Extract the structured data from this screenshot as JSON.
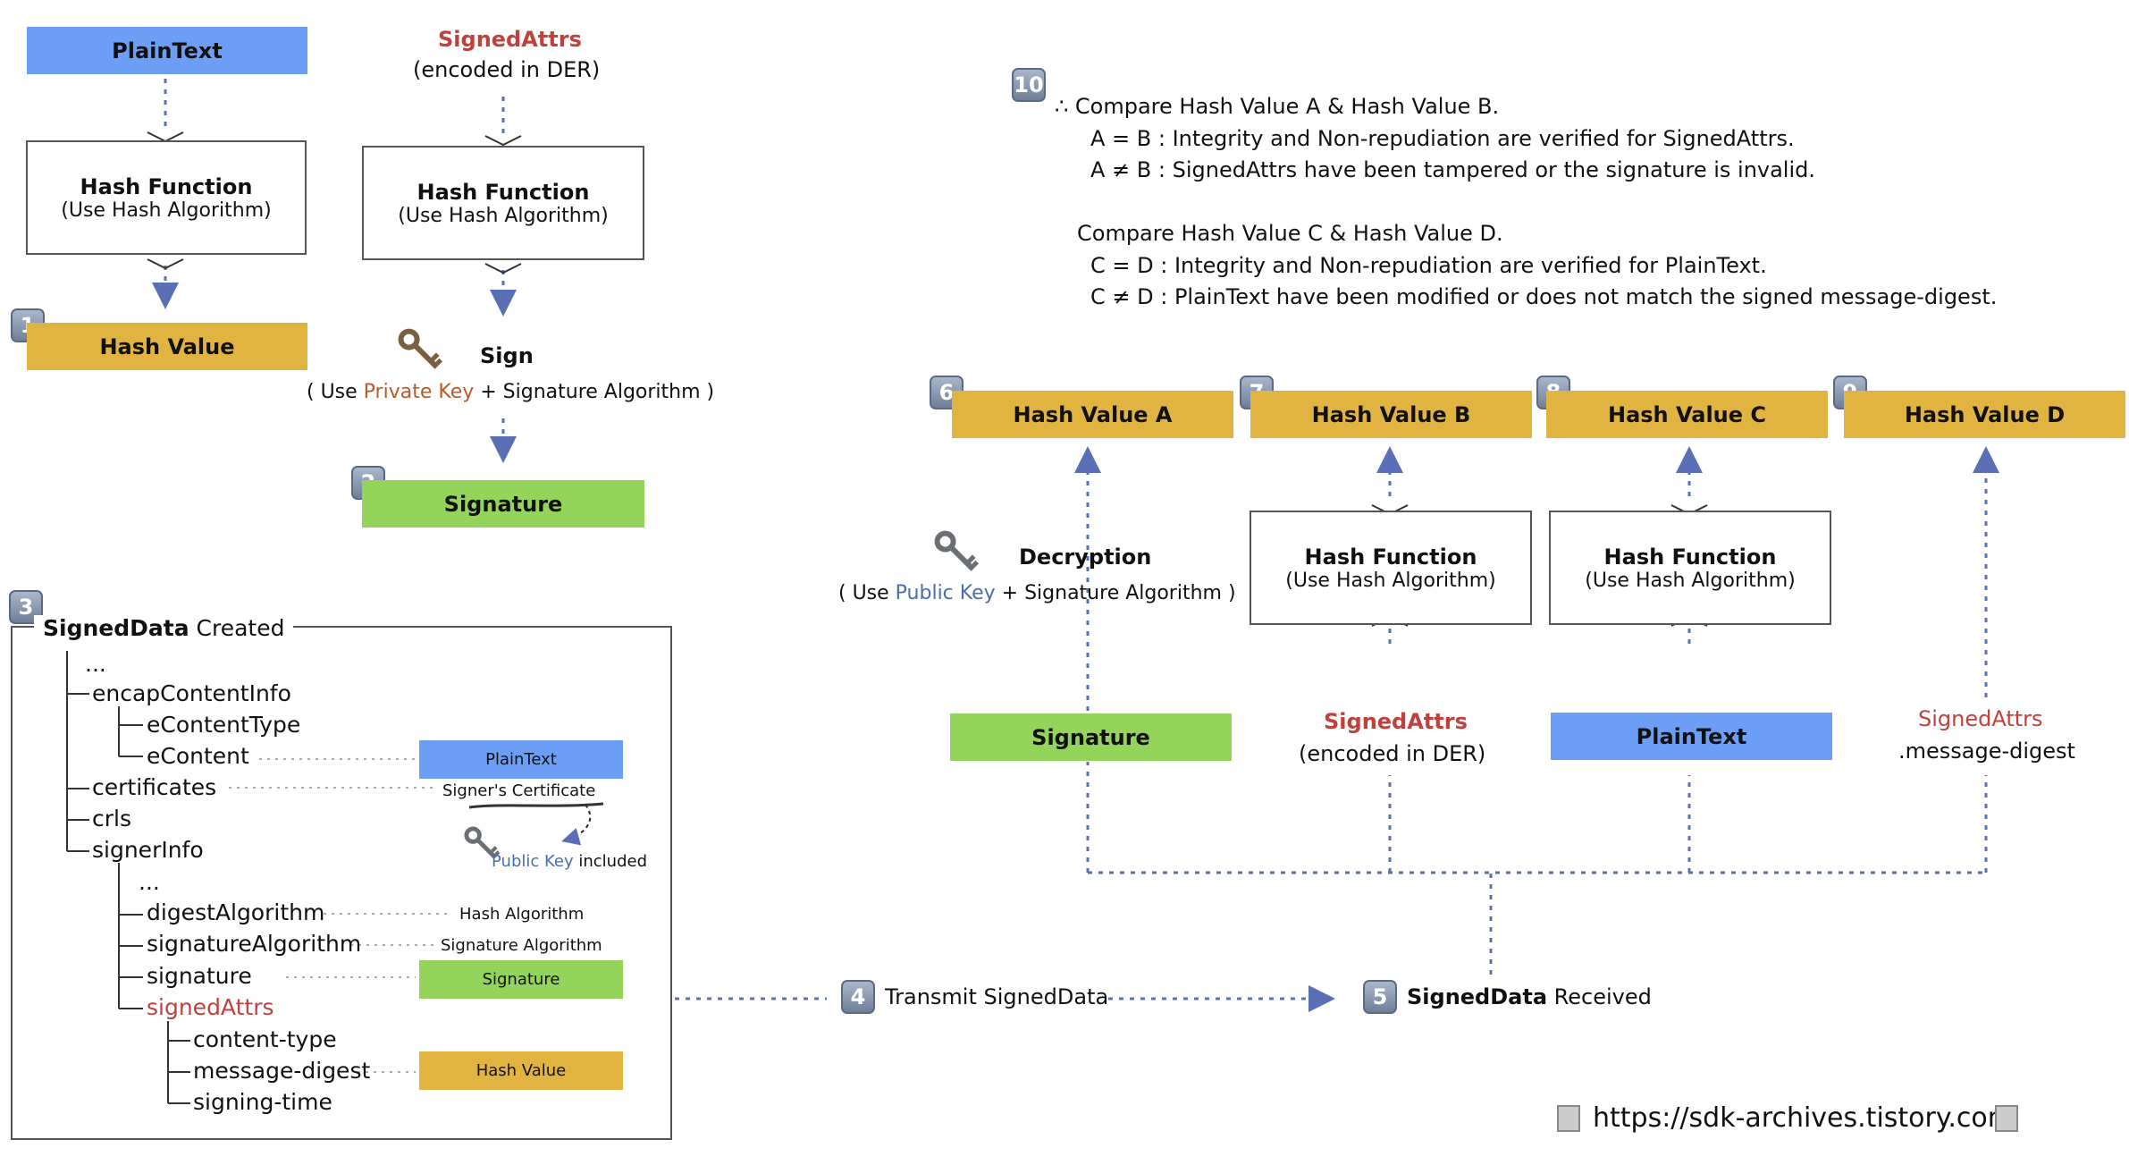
{
  "sign_side": {
    "plaintext": "PlainText",
    "hash_function_title": "Hash Function",
    "hash_function_sub": "(Use Hash Algorithm)",
    "hash_value": "Hash Value",
    "signed_attrs": "SignedAttrs",
    "encoded_der": "(encoded  in DER)",
    "sign_label": "Sign",
    "sign_use_prefix": "( Use ",
    "private_key": "Private Key",
    "sign_use_suffix": " + Signature Algorithm )",
    "signature": "Signature"
  },
  "badges": [
    "1",
    "2",
    "3",
    "4",
    "5",
    "6",
    "7",
    "8",
    "9",
    "10"
  ],
  "signed_data": {
    "title_bold": "SignedData",
    "title_rest": " Created",
    "ellipsis": "...",
    "encap_content_info": "encapContentInfo",
    "econtent_type": "eContentType",
    "econtent": "eContent",
    "certificates": "certificates",
    "crls": "crls",
    "signer_info": "signerInfo",
    "digest_algorithm": "digestAlgorithm",
    "signature_algorithm": "signatureAlgorithm",
    "signature": "signature",
    "signed_attrs": "signedAttrs",
    "content_type": "content-type",
    "message_digest": "message-digest",
    "signing_time": "signing-time",
    "plaintext_tag": "PlainText",
    "signer_certificate": "Signer's Certificate",
    "public_key": "Public Key",
    "included": " included",
    "hash_algorithm_tag": "Hash Algorithm",
    "signature_algorithm_tag": "Signature Algorithm",
    "signature_tag": "Signature",
    "hash_value_tag": "Hash Value"
  },
  "transfer": {
    "transmit": "Transmit SignedData",
    "received_bold": "SignedData",
    "received_rest": " Received"
  },
  "verify_side": {
    "hash_a": "Hash Value A",
    "hash_b": "Hash Value B",
    "hash_c": "Hash Value C",
    "hash_d": "Hash Value D",
    "decryption": "Decryption",
    "dec_use_prefix": "( Use ",
    "public_key": "Public Key",
    "dec_use_suffix": " + Signature Algorithm )",
    "hash_function_title": "Hash Function",
    "hash_function_sub": "(Use Hash Algorithm)",
    "signature": "Signature",
    "signed_attrs": "SignedAttrs",
    "encoded_der": "(encoded  in DER)",
    "plaintext": "PlainText",
    "signed_attrs_md_1": "SignedAttrs",
    "signed_attrs_md_2": ".message-digest"
  },
  "compare": {
    "line1": "∴ Compare Hash Value A & Hash Value B.",
    "line2": "A = B : Integrity and Non-repudiation are verified for SignedAttrs.",
    "line3": "A ≠ B : SignedAttrs have been tampered or the signature is invalid.",
    "line4": "Compare Hash Value C & Hash Value D.",
    "line5": "C = D : Integrity and Non-repudiation are verified for PlainText.",
    "line6": "C ≠ D : PlainText have been modified or does not match the signed message-digest."
  },
  "footer": {
    "url": "https://sdk-archives.tistory.com"
  },
  "colors": {
    "blue": "#6d9ef5",
    "orange": "#e1b340",
    "green": "#94d45a",
    "red": "#c0413b",
    "arrow": "#5a6fb5"
  },
  "icons": [
    "key-icon",
    "badge-icon",
    "document-icon"
  ]
}
